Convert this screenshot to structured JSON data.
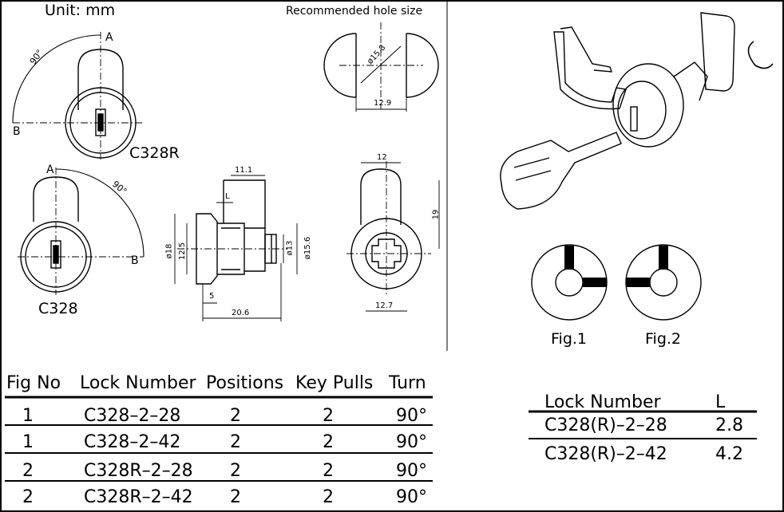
{
  "unit_label": "Unit:  mm",
  "hole_title": "Recommended hole size",
  "model_labels": {
    "right": "C328R",
    "left": "C328"
  },
  "cam_labels": {
    "a": "A",
    "b": "B",
    "angle": "90°"
  },
  "dimensions": {
    "hole_diameter": "ø15.8",
    "hole_flat": "12.9",
    "top_length": "11.1",
    "l_label": "L",
    "d18": "ø18",
    "d12_5": "12.5",
    "d13": "ø13",
    "d15_6": "ø15.6",
    "d5": "5",
    "d20_6": "20.6",
    "cam_width": "12",
    "cam_height": "19",
    "cam_bottom": "12.7"
  },
  "fig_labels": [
    "Fig.1",
    "Fig.2"
  ],
  "main_table": {
    "headers": [
      "Fig No",
      "Lock Number",
      "Positions",
      "Key Pulls",
      "Turn"
    ],
    "rows": [
      [
        "1",
        "C328–2–28",
        "2",
        "2",
        "90°"
      ],
      [
        "1",
        "C328–2–42",
        "2",
        "2",
        "90°"
      ],
      [
        "2",
        "C328R–2–28",
        "2",
        "2",
        "90°"
      ],
      [
        "2",
        "C328R–2–42",
        "2",
        "2",
        "90°"
      ]
    ]
  },
  "l_table": {
    "headers": [
      "Lock Number",
      "L"
    ],
    "rows": [
      [
        "C328(R)–2–28",
        "2.8"
      ],
      [
        "C328(R)–2–42",
        "4.2"
      ]
    ]
  }
}
